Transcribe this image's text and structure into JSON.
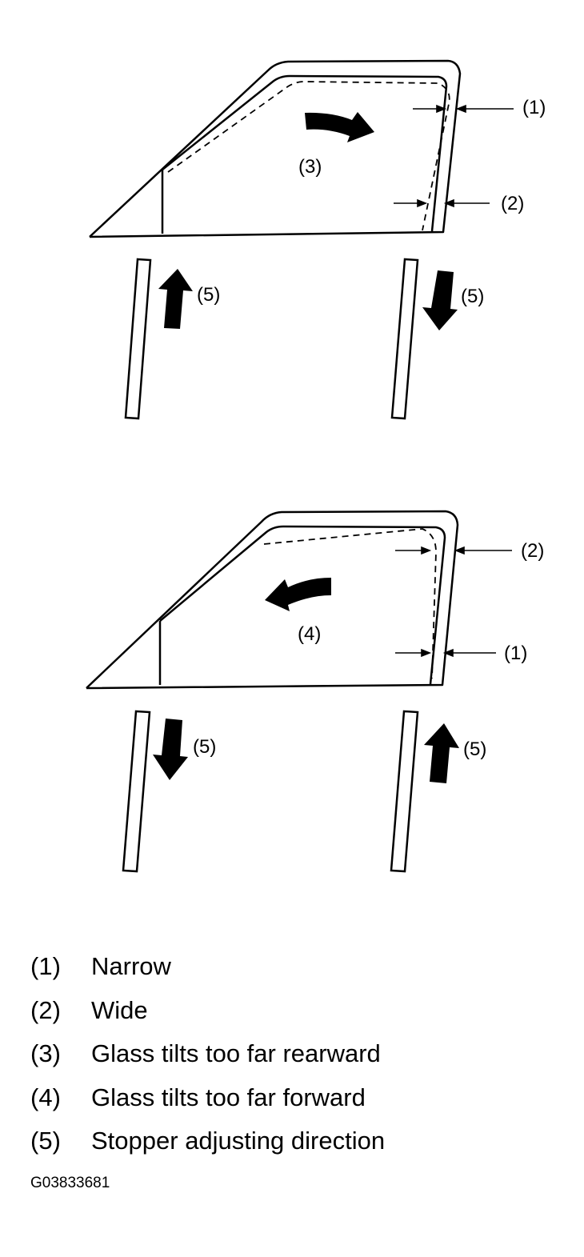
{
  "diagrams": {
    "top": {
      "glass_tilt_label": "(3)",
      "callout_upper": "(1)",
      "callout_lower": "(2)",
      "stopper_left_label": "(5)",
      "stopper_right_label": "(5)"
    },
    "bottom": {
      "glass_tilt_label": "(4)",
      "callout_upper": "(2)",
      "callout_lower": "(1)",
      "stopper_left_label": "(5)",
      "stopper_right_label": "(5)"
    }
  },
  "legend": [
    {
      "key": "(1)",
      "text": "Narrow"
    },
    {
      "key": "(2)",
      "text": "Wide"
    },
    {
      "key": "(3)",
      "text": "Glass tilts too far rearward"
    },
    {
      "key": "(4)",
      "text": "Glass tilts too far forward"
    },
    {
      "key": "(5)",
      "text": "Stopper adjusting direction"
    }
  ],
  "figure_id": "G03833681"
}
